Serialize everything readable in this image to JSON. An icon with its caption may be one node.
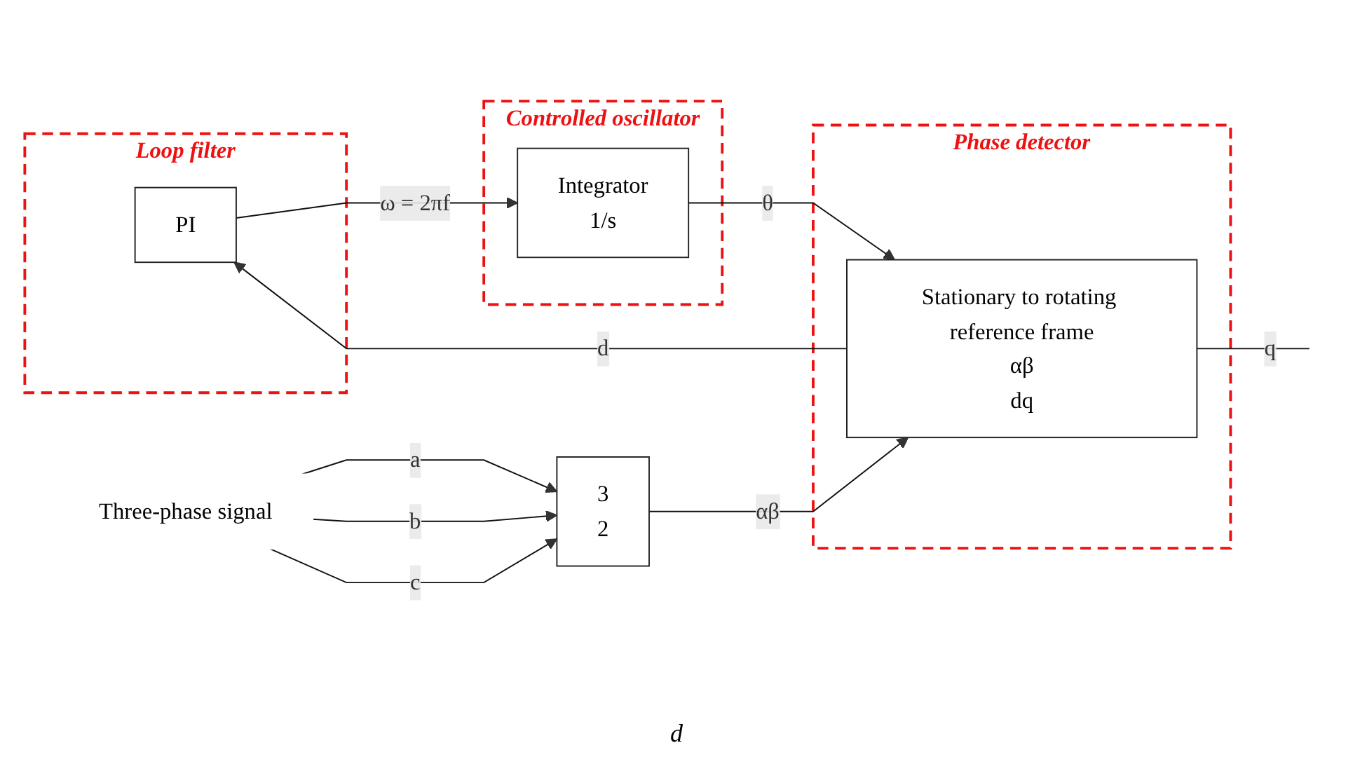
{
  "diagram": {
    "nodes": [
      {
        "text": [
          "Loop filter"
        ]
      },
      {
        "text": [
          "PI"
        ],
        "in": 0
      },
      {
        "text": [
          "Controlled oscillator"
        ]
      },
      {
        "text": [
          "Integrator",
          "1/s"
        ],
        "in": 2
      },
      {
        "text": [
          "Phase detector"
        ]
      },
      {
        "text": [
          "Stationary to rotating reference frame",
          "αβ",
          "dq"
        ],
        "in": 4
      },
      {
        "text": [
          "3",
          "2"
        ]
      },
      {
        "text": [
          "Three-phase signal"
        ]
      }
    ],
    "edges": [
      {
        "from": 5,
        "to": 1,
        "arrow": "to",
        "label": "d"
      },
      {
        "from": 1,
        "to": 3,
        "arrow": "to",
        "label": "ω = 2πf"
      },
      {
        "from": 3,
        "to": 5,
        "arrow": "to",
        "label": "θ"
      },
      {
        "from": 6,
        "to": 5,
        "arrow": "to",
        "label": "αβ"
      },
      {
        "from": 7,
        "to": 6,
        "arrow": "to",
        "label": "a"
      },
      {
        "from": 7,
        "to": 6,
        "arrow": "to",
        "label": "b"
      },
      {
        "from": 7,
        "to": 6,
        "arrow": "to",
        "label": "c"
      },
      {
        "from": 5,
        "to": null,
        "arrow": "none",
        "label": "q"
      }
    ],
    "labels": [
      "d"
    ]
  }
}
